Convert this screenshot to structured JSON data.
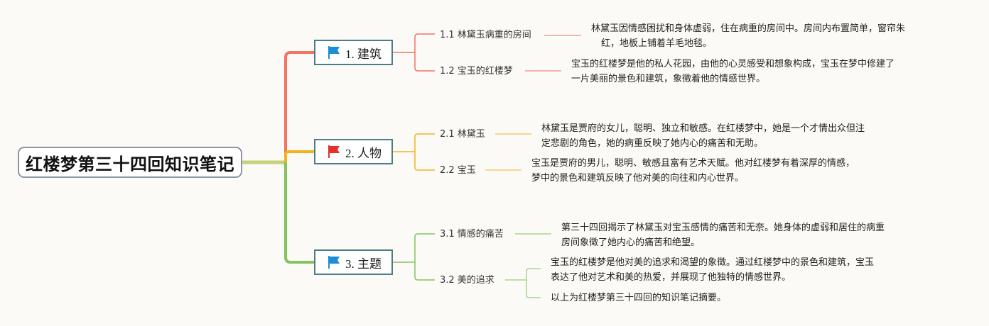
{
  "root": {
    "title": "红楼梦第三十四回知识笔记"
  },
  "branches": [
    {
      "label": "1. 建筑",
      "flag": "blue-flag-icon",
      "color": "#f07562",
      "leaves": [
        {
          "label": "1.1 林黛玉病重的房间",
          "note": [
            "林黛玉因情感困扰和身体虚弱，住在病重的房间中。房间内布置简单，窗帘朱",
            "红，地板上铺着羊毛地毯。"
          ]
        },
        {
          "label": "1.2 宝玉的红楼梦",
          "note": [
            "宝玉的红楼梦是他的私人花园，由他的心灵感受和想象构成，宝玉在梦中修建了",
            "一片美丽的景色和建筑，象徵着他的情感世界。"
          ]
        }
      ]
    },
    {
      "label": "2. 人物",
      "flag": "red-flag-icon",
      "color": "#f3b320",
      "leaves": [
        {
          "label": "2.1 林黛玉",
          "note": [
            "林黛玉是贾府的女儿，聪明、独立和敏感。在红楼梦中，她是一个才情出众但注",
            "定悲剧的角色，她的病重反映了她内心的痛苦和无助。"
          ]
        },
        {
          "label": "2.2 宝玉",
          "note": [
            "宝玉是贾府的男儿，聪明、敏感且富有艺术天赋。他对红楼梦有着深厚的情感，",
            "梦中的景色和建筑反映了他对美的向往和内心世界。"
          ]
        }
      ]
    },
    {
      "label": "3. 主题",
      "flag": "blue-flag-icon",
      "color": "#86c25d",
      "leaves": [
        {
          "label": "3.1 情感的痛苦",
          "note": [
            "第三十四回揭示了林黛玉对宝玉感情的痛苦和无奈。她身体的虚弱和居住的病重",
            "房间象徵了她内心的痛苦和绝望。"
          ]
        },
        {
          "label": "3.2 美的追求",
          "notes": [
            [
              "宝玉的红楼梦是他对美的追求和渴望的象徵。通过红楼梦中的景色和建筑，宝玉",
              "表达了他对艺术和美的热爱，并展现了他独特的情感世界。"
            ],
            [
              "以上为红楼梦第三十四回的知识笔记摘要。"
            ]
          ]
        }
      ]
    }
  ],
  "colors": {
    "root_line": "#c4d27a",
    "flag_blue": "#1a8fd8",
    "flag_red": "#e8302a",
    "branch_border": "#4c7c84"
  }
}
